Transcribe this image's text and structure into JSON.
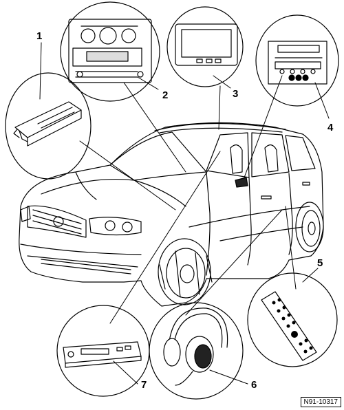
{
  "callouts": [
    {
      "id": "1",
      "label": "1"
    },
    {
      "id": "2",
      "label": "2"
    },
    {
      "id": "3",
      "label": "3"
    },
    {
      "id": "4",
      "label": "4"
    },
    {
      "id": "5",
      "label": "5"
    },
    {
      "id": "6",
      "label": "6"
    },
    {
      "id": "7",
      "label": "7"
    }
  ],
  "reference": "N91-10317",
  "radio_display_text": "",
  "colors": {
    "line": "#000000",
    "fill": "#ffffff",
    "dark": "#222222"
  }
}
